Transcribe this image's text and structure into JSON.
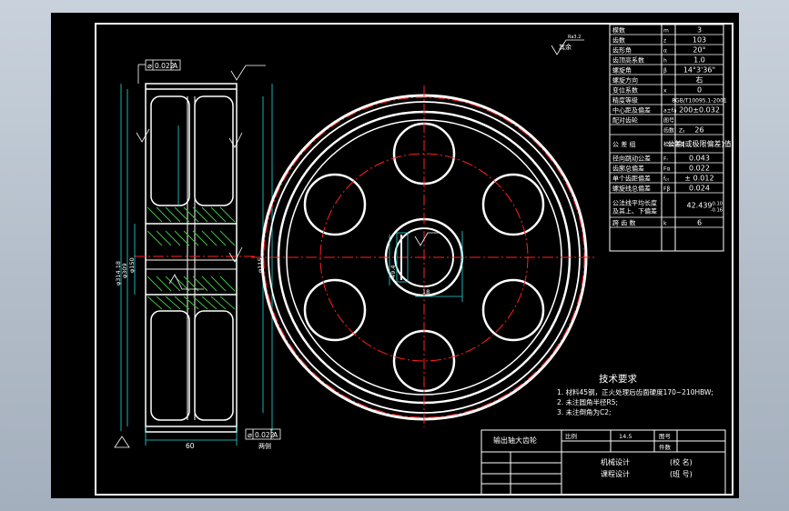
{
  "parameter_table": {
    "rows": [
      {
        "name": "模数",
        "sym": "m",
        "val": "3"
      },
      {
        "name": "齿数",
        "sym": "z",
        "val": "103"
      },
      {
        "name": "齿形角",
        "sym": "α",
        "val": "20°"
      },
      {
        "name": "齿顶高系数",
        "sym": "h",
        "val": "1.0"
      },
      {
        "name": "螺旋角",
        "sym": "β",
        "val": "14°3'36\""
      },
      {
        "name": "螺旋方向",
        "sym": "",
        "val": "右"
      },
      {
        "name": "变位系数",
        "sym": "x",
        "val": "0"
      },
      {
        "name": "精度等级",
        "sym": "",
        "val": "8GB/T10095.1-2001"
      },
      {
        "name": "中心距及偏差",
        "sym": "a±fa",
        "val": "200±0.032"
      },
      {
        "name": "配对齿轮",
        "sym": "图号",
        "val": ""
      },
      {
        "name": "",
        "sym": "齿数",
        "sym2": "Z₂",
        "val": "26"
      },
      {
        "name": "公 差 组",
        "sym": "检验项目",
        "val": "公差(或极限偏差)值"
      },
      {
        "name": "径向跳动公差",
        "sym": "Fᵣ",
        "val": "0.043"
      },
      {
        "name": "齿廓总偏差",
        "sym": "Fα",
        "val": "0.022"
      },
      {
        "name": "单个齿距偏差",
        "sym": "fₚₜ",
        "val": "± 0.012"
      },
      {
        "name": "螺旋线总偏差",
        "sym": "Fβ",
        "val": "0.024"
      },
      {
        "name": "公法线平均长度",
        "name2": "及其上、下偏差",
        "sym": "",
        "val": "42.439",
        "val_sup": "-0.10",
        "val_sub": "-0.16"
      },
      {
        "name": "跨 齿 数",
        "sym": "k",
        "val": "6"
      }
    ]
  },
  "tech_requirements": {
    "heading": "技术要求",
    "items": [
      "1. 材料45钢，正火处理后齿面硬度170~210HBW;",
      "2. 未注圆角半径R5;",
      "3. 未注倒角为C2;"
    ]
  },
  "title_block": {
    "part_name": "输出轴大齿轮",
    "material_label": "比例",
    "scale": "14.5",
    "drawing_no_label": "图号",
    "qty_label": "件数",
    "designer": "机械设计",
    "course": "课程设计",
    "school": "(校 名)",
    "class_no": "(班 号)"
  },
  "annotations": {
    "roughness_other": "其余",
    "roughness_val": "Ra3.2",
    "tol_top": "0.022",
    "tol_bottom": "0.022",
    "datum": "A",
    "datum_b": "A",
    "width_dim": "60",
    "bottom_label": "两侧",
    "dia_labels": [
      "φ314.18",
      "φ309",
      "φ150"
    ],
    "hub_dim": "φ115",
    "bore_key": "18",
    "keyway_depth": "49.4"
  },
  "colors": {
    "line": "#ffffff",
    "center_line": "#ff2020",
    "dimension": "#22dcdc",
    "hatch": "#40c040",
    "label": "#f0f000"
  }
}
